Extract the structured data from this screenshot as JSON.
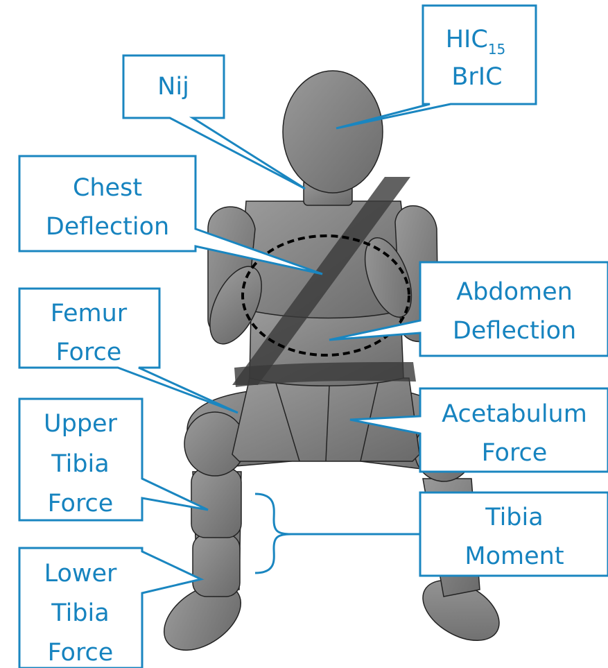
{
  "colors": {
    "callout_text": "#1683bf",
    "callout_border": "#1a86c0",
    "body_fill": "#7d7d7d",
    "body_outline": "#222222",
    "belt": "#3a3a3a"
  },
  "callouts": {
    "hic": {
      "line1_main": "HIC",
      "line1_sub": "15",
      "line2": "BrIC"
    },
    "nij": {
      "line1": "Nij"
    },
    "chest": {
      "line1": "Chest",
      "line2": "Deflection"
    },
    "abdomen": {
      "line1": "Abdomen",
      "line2": "Deflection"
    },
    "femur": {
      "line1": "Femur",
      "line2": "Force"
    },
    "acetabulum": {
      "line1": "Acetabulum",
      "line2": "Force"
    },
    "upper_tibia": {
      "line1": "Upper",
      "line2": "Tibia",
      "line3": "Force"
    },
    "tibia_moment": {
      "line1": "Tibia",
      "line2": "Moment"
    },
    "lower_tibia": {
      "line1": "Lower",
      "line2": "Tibia",
      "line3": "Force"
    }
  }
}
